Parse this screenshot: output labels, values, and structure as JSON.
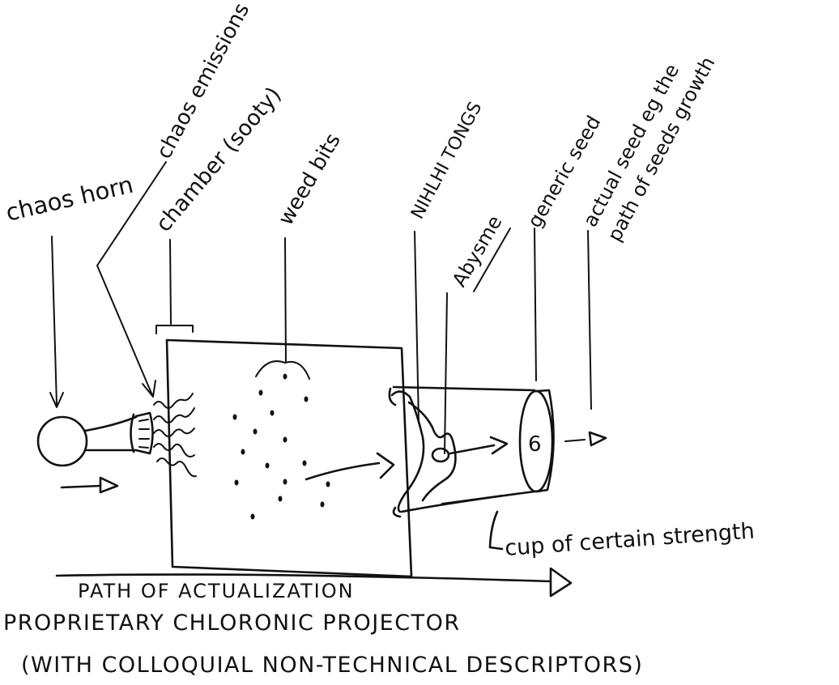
{
  "labels": {
    "chaos_horn": "chaos horn",
    "chaos_emissions": "chaos emissions",
    "chamber": "chamber (sooty)",
    "weed_bits": "weed bits",
    "nihlhi_tongs": "NIHLHI TONGS",
    "abysme": "Abysme",
    "generic_seed": "generic seed",
    "actual_seed": "actual seed eg the",
    "actual_seed_line2": "path of seeds growth",
    "cup": "cup of certain strength",
    "path": "PATH OF ACTUALIZATION",
    "title": "PROPRIETARY CHLORONIC PROJECTOR",
    "subtitle": "(WITH COLLOQUIAL NON-TECHNICAL DESCRIPTORS)",
    "seed_mark": "6"
  }
}
